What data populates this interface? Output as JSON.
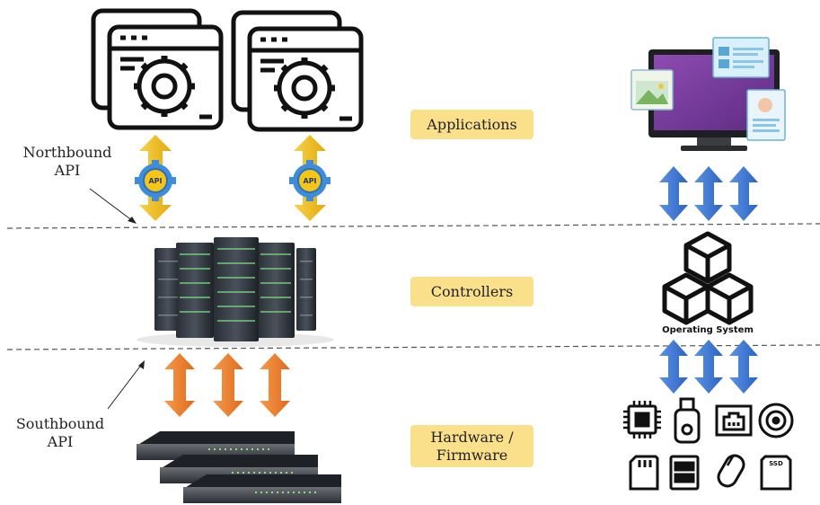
{
  "layers": {
    "applications": "Applications",
    "controllers": "Controllers",
    "hardware_line1": "Hardware /",
    "hardware_line2": "Firmware"
  },
  "apis": {
    "northbound_line1": "Northbound",
    "northbound_line2": "API",
    "southbound_line1": "Southbound",
    "southbound_line2": "API",
    "badge": "API"
  },
  "os": {
    "label": "Operating System"
  },
  "devices": {
    "ssd_label": "SSD"
  },
  "colors": {
    "label_bg": "#fbe08c",
    "north_arrow": "#f2c01d",
    "south_arrow": "#ee7b2a",
    "right_arrow": "#3a74cf",
    "monitor_screen": "#7b3e9c",
    "divider": "#555555"
  }
}
